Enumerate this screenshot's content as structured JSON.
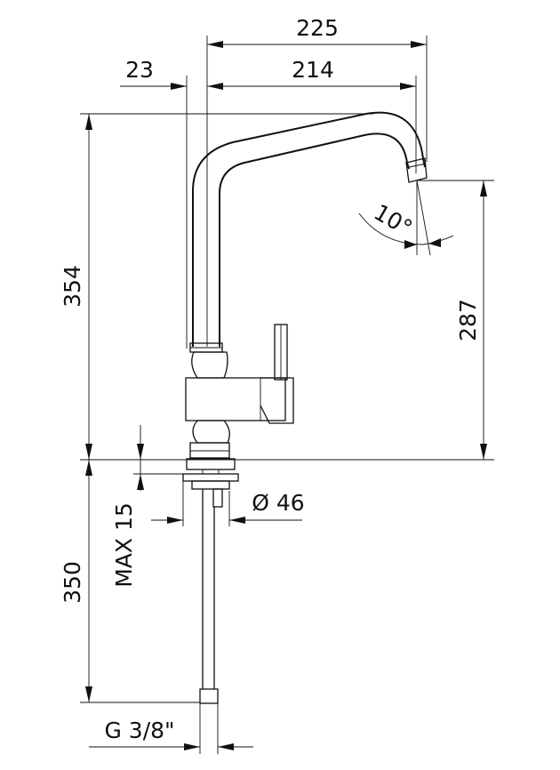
{
  "dimensions": {
    "overall_reach": "225",
    "spout_reach": "214",
    "base_offset": "23",
    "total_height": "354",
    "spout_height": "287",
    "spout_angle": "10°",
    "max_thickness": "MAX 15",
    "base_diameter": "Ø 46",
    "hose_length": "350",
    "connection_thread": "G 3/8\""
  }
}
